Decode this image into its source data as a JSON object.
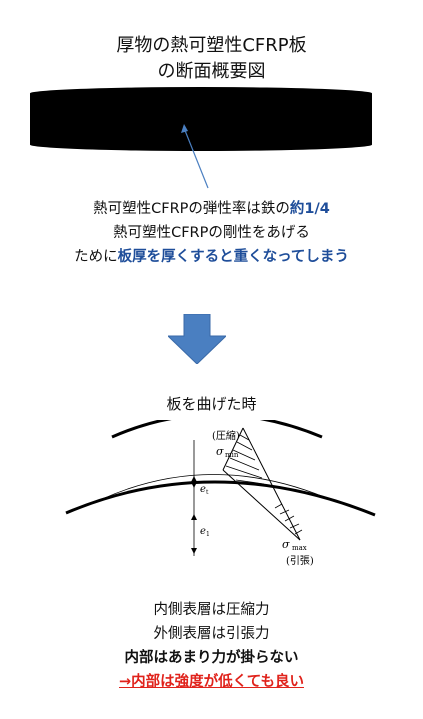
{
  "title": {
    "line1": "厚物の熱可塑性CFRP板",
    "line2": "の断面概要図"
  },
  "explanation": {
    "line1_prefix": "熱可塑性CFRPの弾性率は鉄の",
    "line1_highlight": "約1/4",
    "line2": "熱可塑性CFRPの剛性をあげる",
    "line3_prefix": "ために",
    "line3_highlight": "板厚を厚くすると重くなってしまう"
  },
  "bend_caption": "板を曲げた時",
  "diagram": {
    "compression_label": "(圧縮)",
    "sigma_min": "σ",
    "sigma_min_sub": "min",
    "e_upper": "e",
    "e_upper_sub": "t",
    "e_lower": "e",
    "e_lower_sub": "1",
    "sigma_max": "σ",
    "sigma_max_sub": "max",
    "tension_label": "(引張)"
  },
  "conclusion": {
    "line1": "内側表層は圧縮力",
    "line2": "外側表層は引張力",
    "line3": "内部はあまり力が掛らない",
    "line4": "→内部は強度が低くても良い"
  },
  "colors": {
    "arrow_blue": "#4a7fc1",
    "highlight_blue": "#1f4e9a",
    "red": "#e0221b"
  }
}
